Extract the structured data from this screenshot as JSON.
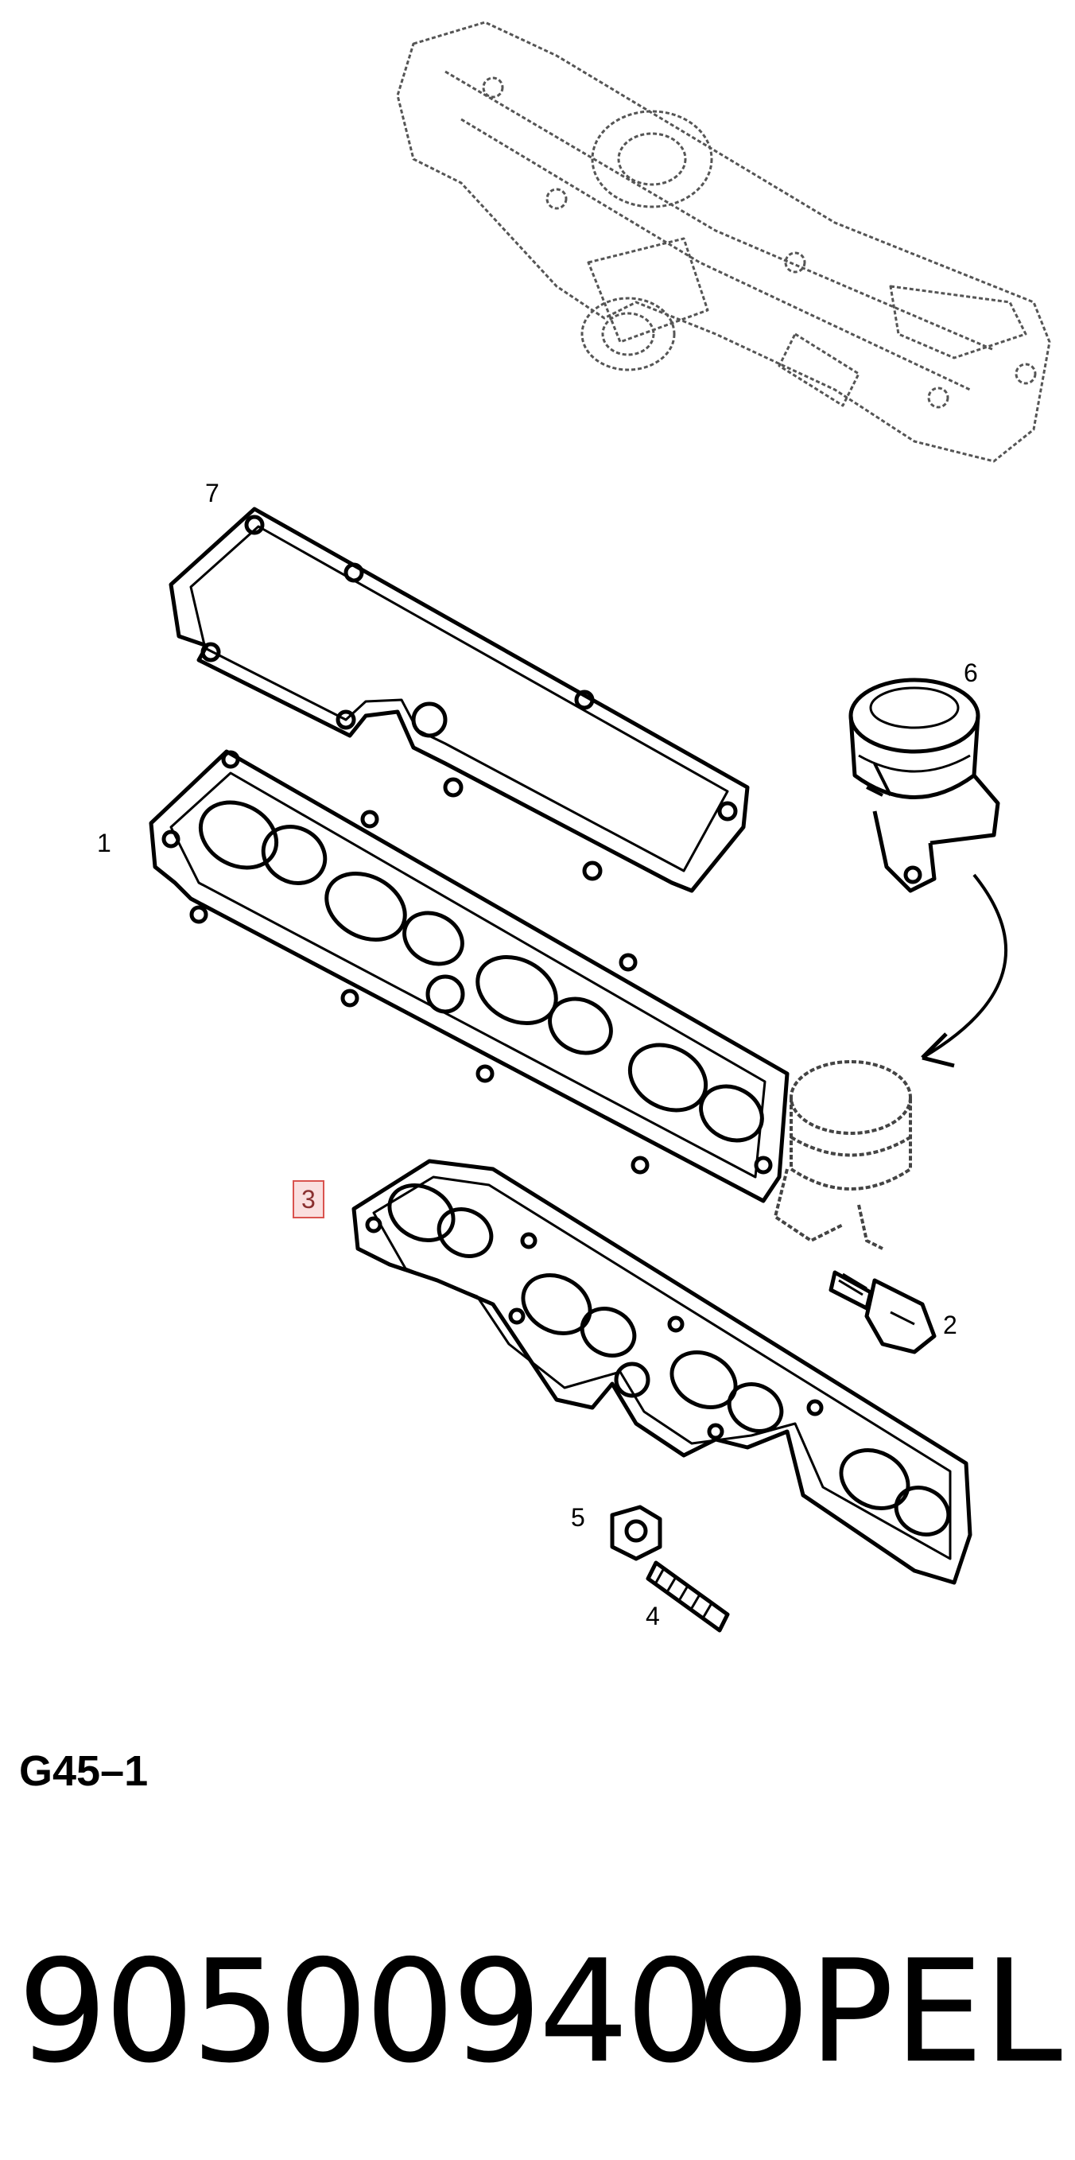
{
  "callouts": [
    {
      "id": "1",
      "label": "1",
      "highlighted": false
    },
    {
      "id": "2",
      "label": "2",
      "highlighted": false
    },
    {
      "id": "3",
      "label": "3",
      "highlighted": true
    },
    {
      "id": "4",
      "label": "4",
      "highlighted": false
    },
    {
      "id": "5",
      "label": "5",
      "highlighted": false
    },
    {
      "id": "6",
      "label": "6",
      "highlighted": false
    },
    {
      "id": "7",
      "label": "7",
      "highlighted": false
    }
  ],
  "diagram_code": "G45–1",
  "part_number": "90500940",
  "brand": "OPEL",
  "colors": {
    "line": "#000000",
    "highlight_border": "#d9534f",
    "highlight_fill": "#f3c4c4",
    "background": "#ffffff"
  }
}
